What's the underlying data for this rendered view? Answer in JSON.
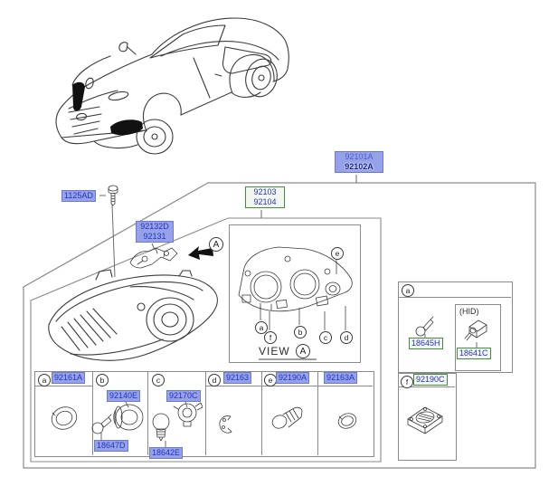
{
  "colors": {
    "label_blue_bg": "#96a2e8",
    "label_text_blue": "#2433c4",
    "label_green_border": "#3f8f3f",
    "box_line": "#8a8a8a",
    "drawing_line": "#3a3a3a"
  },
  "labels": {
    "assembly_top": "92101A",
    "assembly_bottom": "92102A",
    "unit_top": "92103",
    "unit_bottom": "92104",
    "bolt": "1125AD",
    "bracket_top": "92132D",
    "bracket_bottom": "92131",
    "view_word": "VIEW",
    "ref_letter": "A"
  },
  "view_callouts": {
    "a": "a",
    "b": "b",
    "c": "c",
    "d": "d",
    "e": "e",
    "f": "f"
  },
  "parts_table": {
    "cell_a": {
      "letter": "a",
      "part": "92161A"
    },
    "cell_b": {
      "letter": "b",
      "part_top": "92140E",
      "part_bottom": "18647D"
    },
    "cell_c": {
      "letter": "c",
      "part_top": "92170C",
      "part_bottom": "18642E"
    },
    "cell_d": {
      "letter": "d",
      "part": "92163"
    },
    "cell_e": {
      "letter": "e",
      "part": "92190A"
    },
    "cell_extra": {
      "part": "92163A"
    }
  },
  "right_panel": {
    "box_a": {
      "letter": "a",
      "bulb_part": "18645H",
      "hid_caption": "(HID)",
      "hid_part": "18641C"
    },
    "box_f": {
      "letter": "f",
      "part": "92190C"
    }
  }
}
